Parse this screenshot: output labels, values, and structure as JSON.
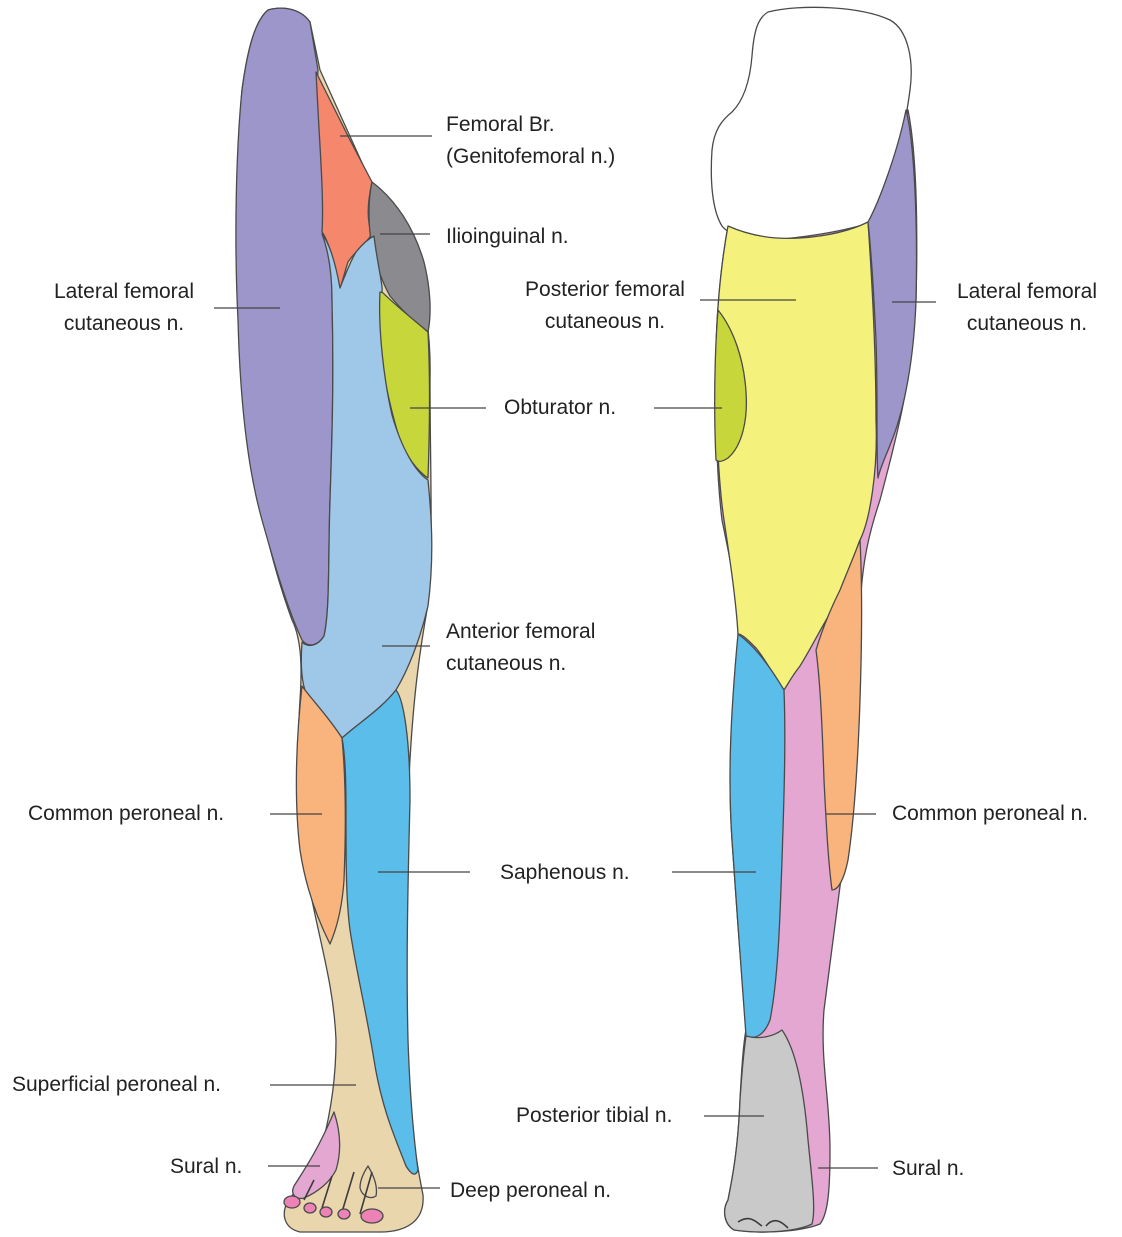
{
  "colors": {
    "lateral_femoral_cutaneous": "#9d96cb",
    "genitofemoral_femoral_branch": "#f4876c",
    "ilioinguinal": "#8b8b8f",
    "obturator": "#c7d63a",
    "anterior_femoral_cutaneous": "#9fc8e8",
    "common_peroneal": "#f9b47d",
    "saphenous": "#5bbde9",
    "superficial_peroneal": "#ead6ad",
    "sural": "#e3a7d2",
    "deep_peroneal": "#ec82b6",
    "posterior_femoral_cutaneous": "#f4f17d",
    "posterior_tibial": "#c9c9c9",
    "buttock": "#ffffff"
  },
  "anterior_view": {
    "labels": {
      "femoral_branch_line1": "Femoral Br.",
      "femoral_branch_line2": "(Genitofemoral n.)",
      "ilioinguinal": "Ilioinguinal n.",
      "lateral_femoral_line1": "Lateral femoral",
      "lateral_femoral_line2": "cutaneous n.",
      "obturator": "Obturator n.",
      "anterior_femoral_line1": "Anterior femoral",
      "anterior_femoral_line2": "cutaneous n.",
      "common_peroneal": "Common peroneal n.",
      "saphenous": "Saphenous n.",
      "superficial_peroneal": "Superficial peroneal n.",
      "sural": "Sural n.",
      "deep_peroneal": "Deep peroneal n."
    }
  },
  "posterior_view": {
    "labels": {
      "posterior_femoral_line1": "Posterior femoral",
      "posterior_femoral_line2": "cutaneous n.",
      "lateral_femoral_line1": "Lateral femoral",
      "lateral_femoral_line2": "cutaneous n.",
      "common_peroneal": "Common peroneal n.",
      "posterior_tibial": "Posterior tibial n.",
      "sural": "Sural n."
    }
  }
}
